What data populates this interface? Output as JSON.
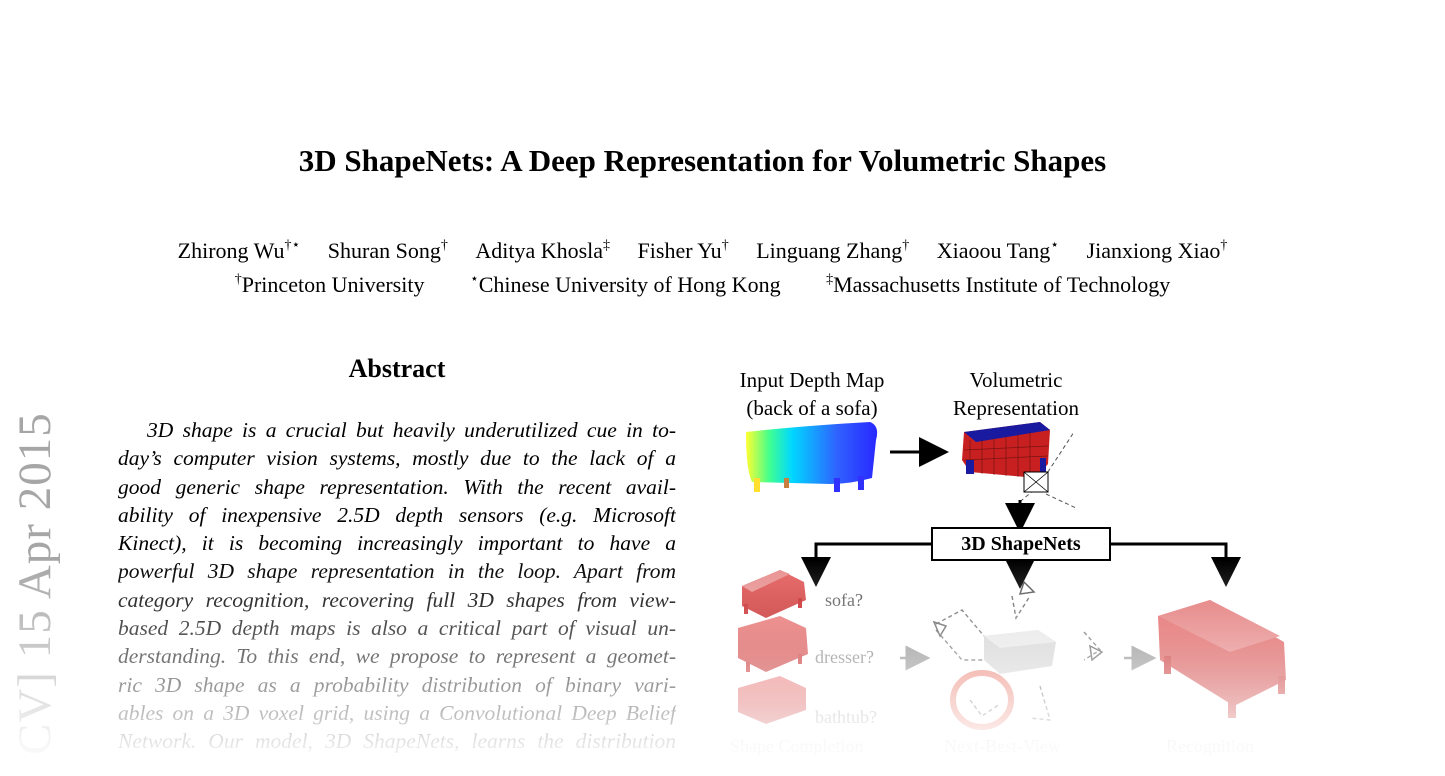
{
  "paper": {
    "title": "3D ShapeNets: A Deep Representation for Volumetric Shapes",
    "authors": [
      {
        "name": "Zhirong Wu",
        "marks": "†⋆"
      },
      {
        "name": "Shuran Song",
        "marks": "†"
      },
      {
        "name": "Aditya Khosla",
        "marks": "‡"
      },
      {
        "name": "Fisher Yu",
        "marks": "†"
      },
      {
        "name": "Linguang Zhang",
        "marks": "†"
      },
      {
        "name": "Xiaoou Tang",
        "marks": "⋆"
      },
      {
        "name": "Jianxiong Xiao",
        "marks": "†"
      }
    ],
    "affiliations": [
      {
        "mark": "†",
        "name": "Princeton University"
      },
      {
        "mark": "⋆",
        "name": "Chinese University of Hong Kong"
      },
      {
        "mark": "‡",
        "name": "Massachusetts Institute of Technology"
      }
    ],
    "abstract_heading": "Abstract",
    "abstract_lines": [
      "3D shape is a crucial but heavily underutilized cue in to-",
      "day’s computer vision systems, mostly due to the lack of a",
      "good generic shape representation. With the recent avail-",
      "ability of inexpensive 2.5D depth sensors (e.g. Microsoft",
      "Kinect), it is becoming increasingly important to have a",
      "powerful 3D shape representation in the loop. Apart from",
      "category recognition, recovering full 3D shapes from view-",
      "based 2.5D depth maps is also a critical part of visual un-",
      "derstanding. To this end, we propose to represent a geomet-",
      "ric 3D shape as a probability distribution of binary vari-",
      "ables on a 3D voxel grid, using a Convolutional Deep Belief",
      "Network. Our model, 3D ShapeNets, learns the distribution"
    ],
    "arxiv_stamp": "CV] 15 Apr 2015"
  },
  "figure": {
    "input_label_1": "Input Depth Map",
    "input_label_2": "(back of a sofa)",
    "volumetric_label_1": "Volumetric",
    "volumetric_label_2": "Representation",
    "network_label": "3D ShapeNets",
    "candidates": [
      "sofa?",
      "dresser?",
      "bathtub?"
    ],
    "bottom_labels": [
      "Shape Completion",
      "Next-Best-View",
      "Recognition"
    ]
  },
  "colors": {
    "depth_colormap": [
      "#ffff00",
      "#00e0ff",
      "#3050ff",
      "#2020ff"
    ],
    "voxel_red": "#cc1f1f",
    "voxel_blue": "#1a1aa0",
    "arrow": "#000000",
    "gray_arrow": "#888888",
    "stamp_gray": "#a6a6a6"
  }
}
